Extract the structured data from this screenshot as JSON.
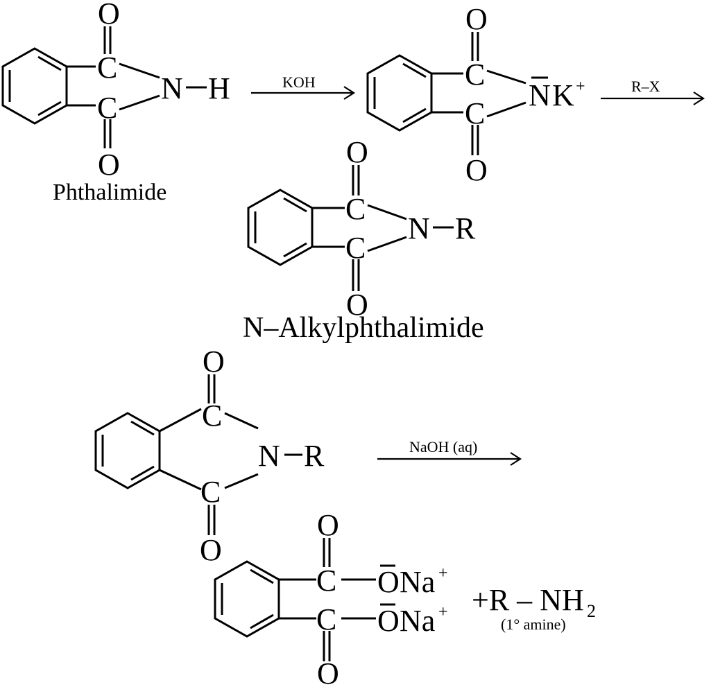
{
  "atoms": {
    "O": "O",
    "C": "C",
    "N": "N",
    "H": "H",
    "R": "R",
    "K": "K",
    "Na": "Na",
    "plus": "+",
    "bar": "–",
    "nh": "NH",
    "two": "2"
  },
  "compounds": {
    "phthalimide_name": "Phthalimide",
    "alkylphthalimide_name": "N–Alkylphthalimide",
    "amine_prefix": "+R – NH",
    "amine_note": "(1° amine)"
  },
  "reagents": {
    "step1": "KOH",
    "step2": "R–X",
    "step3": "NaOH (aq)"
  }
}
